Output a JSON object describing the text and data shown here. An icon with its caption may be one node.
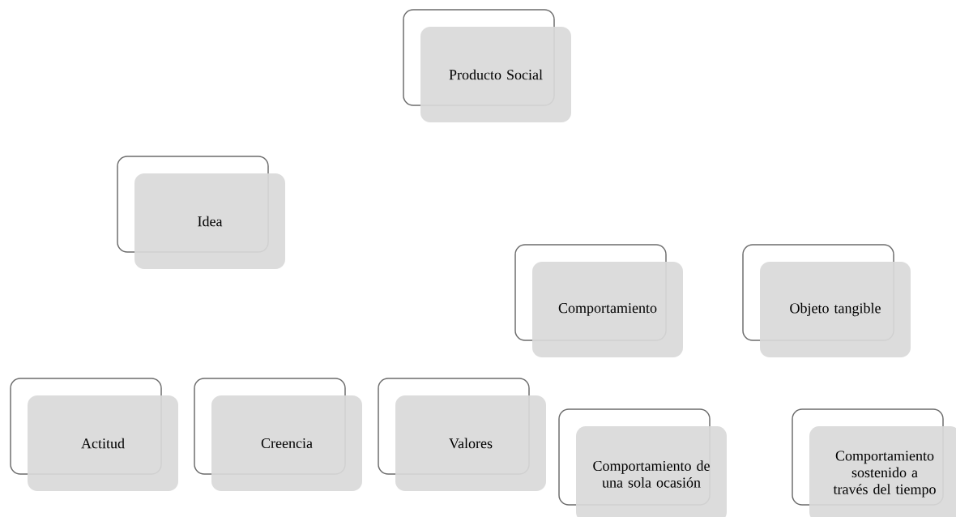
{
  "diagram": {
    "nodes": [
      {
        "text": [
          "Producto Social"
        ]
      },
      {
        "text": [
          "Idea"
        ]
      },
      {
        "text": [
          "Comportamiento"
        ]
      },
      {
        "text": [
          "Objeto tangible"
        ]
      },
      {
        "text": [
          "Actitud"
        ]
      },
      {
        "text": [
          "Creencia"
        ]
      },
      {
        "text": [
          "Valores"
        ]
      },
      {
        "text": [
          "Comportamiento de una sola ocasión"
        ]
      },
      {
        "text": [
          "Comportamiento sostenido a través del tiempo"
        ]
      }
    ]
  }
}
